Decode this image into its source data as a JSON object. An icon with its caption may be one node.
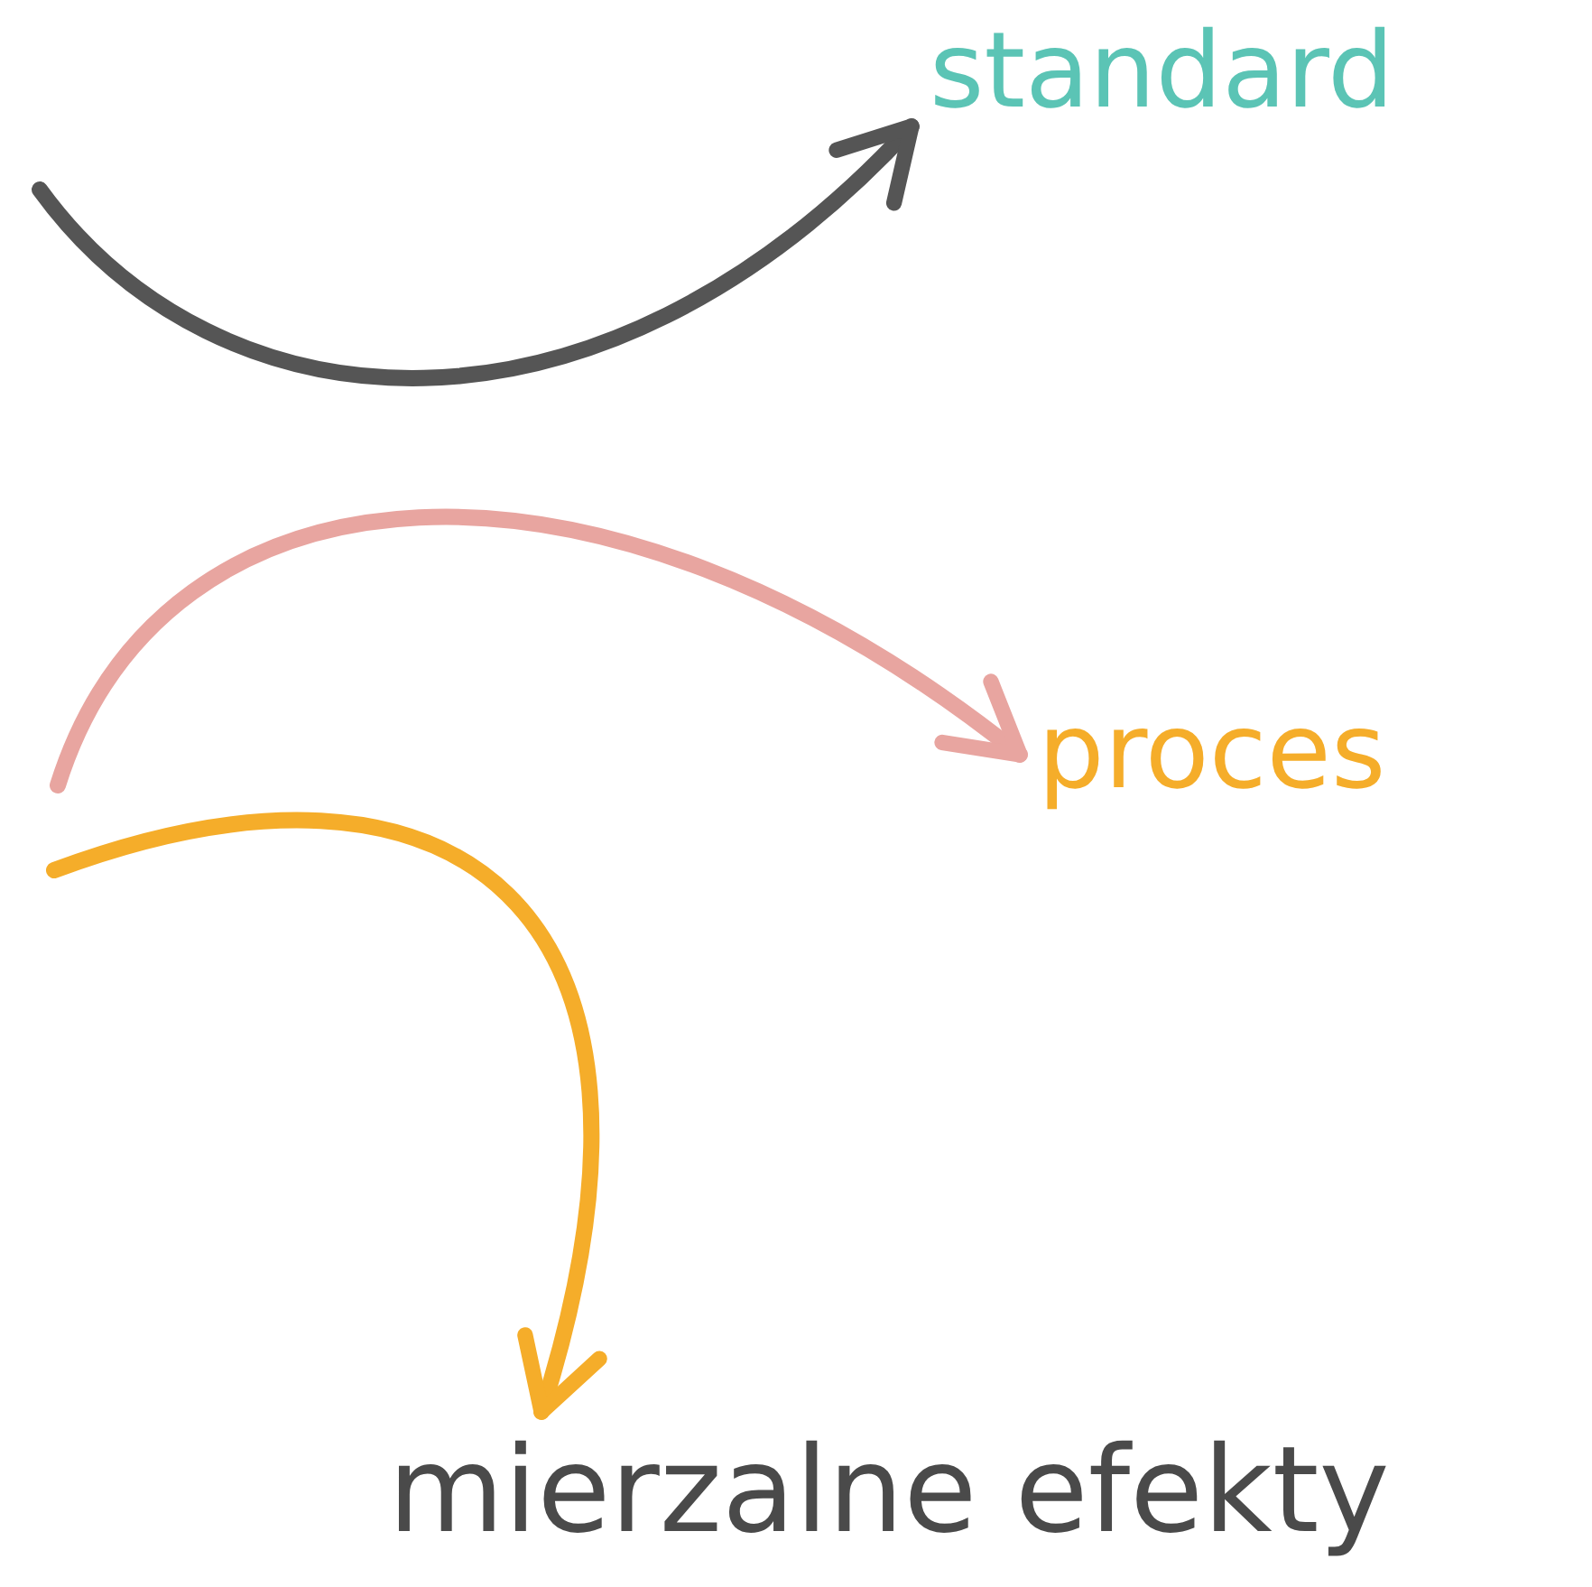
{
  "diagram": {
    "nodes": [
      {
        "text": [
          "standard"
        ]
      },
      {
        "text": [
          "proces"
        ]
      },
      {
        "text": [
          "mierzalne efekty"
        ]
      }
    ],
    "edges": [
      {
        "from": null,
        "to": 0,
        "arrow": "to",
        "color": "#555555"
      },
      {
        "from": null,
        "to": 1,
        "arrow": "to",
        "color": "#e8a5a0"
      },
      {
        "from": null,
        "to": 2,
        "arrow": "to",
        "color": "#f5ad2a"
      }
    ]
  }
}
